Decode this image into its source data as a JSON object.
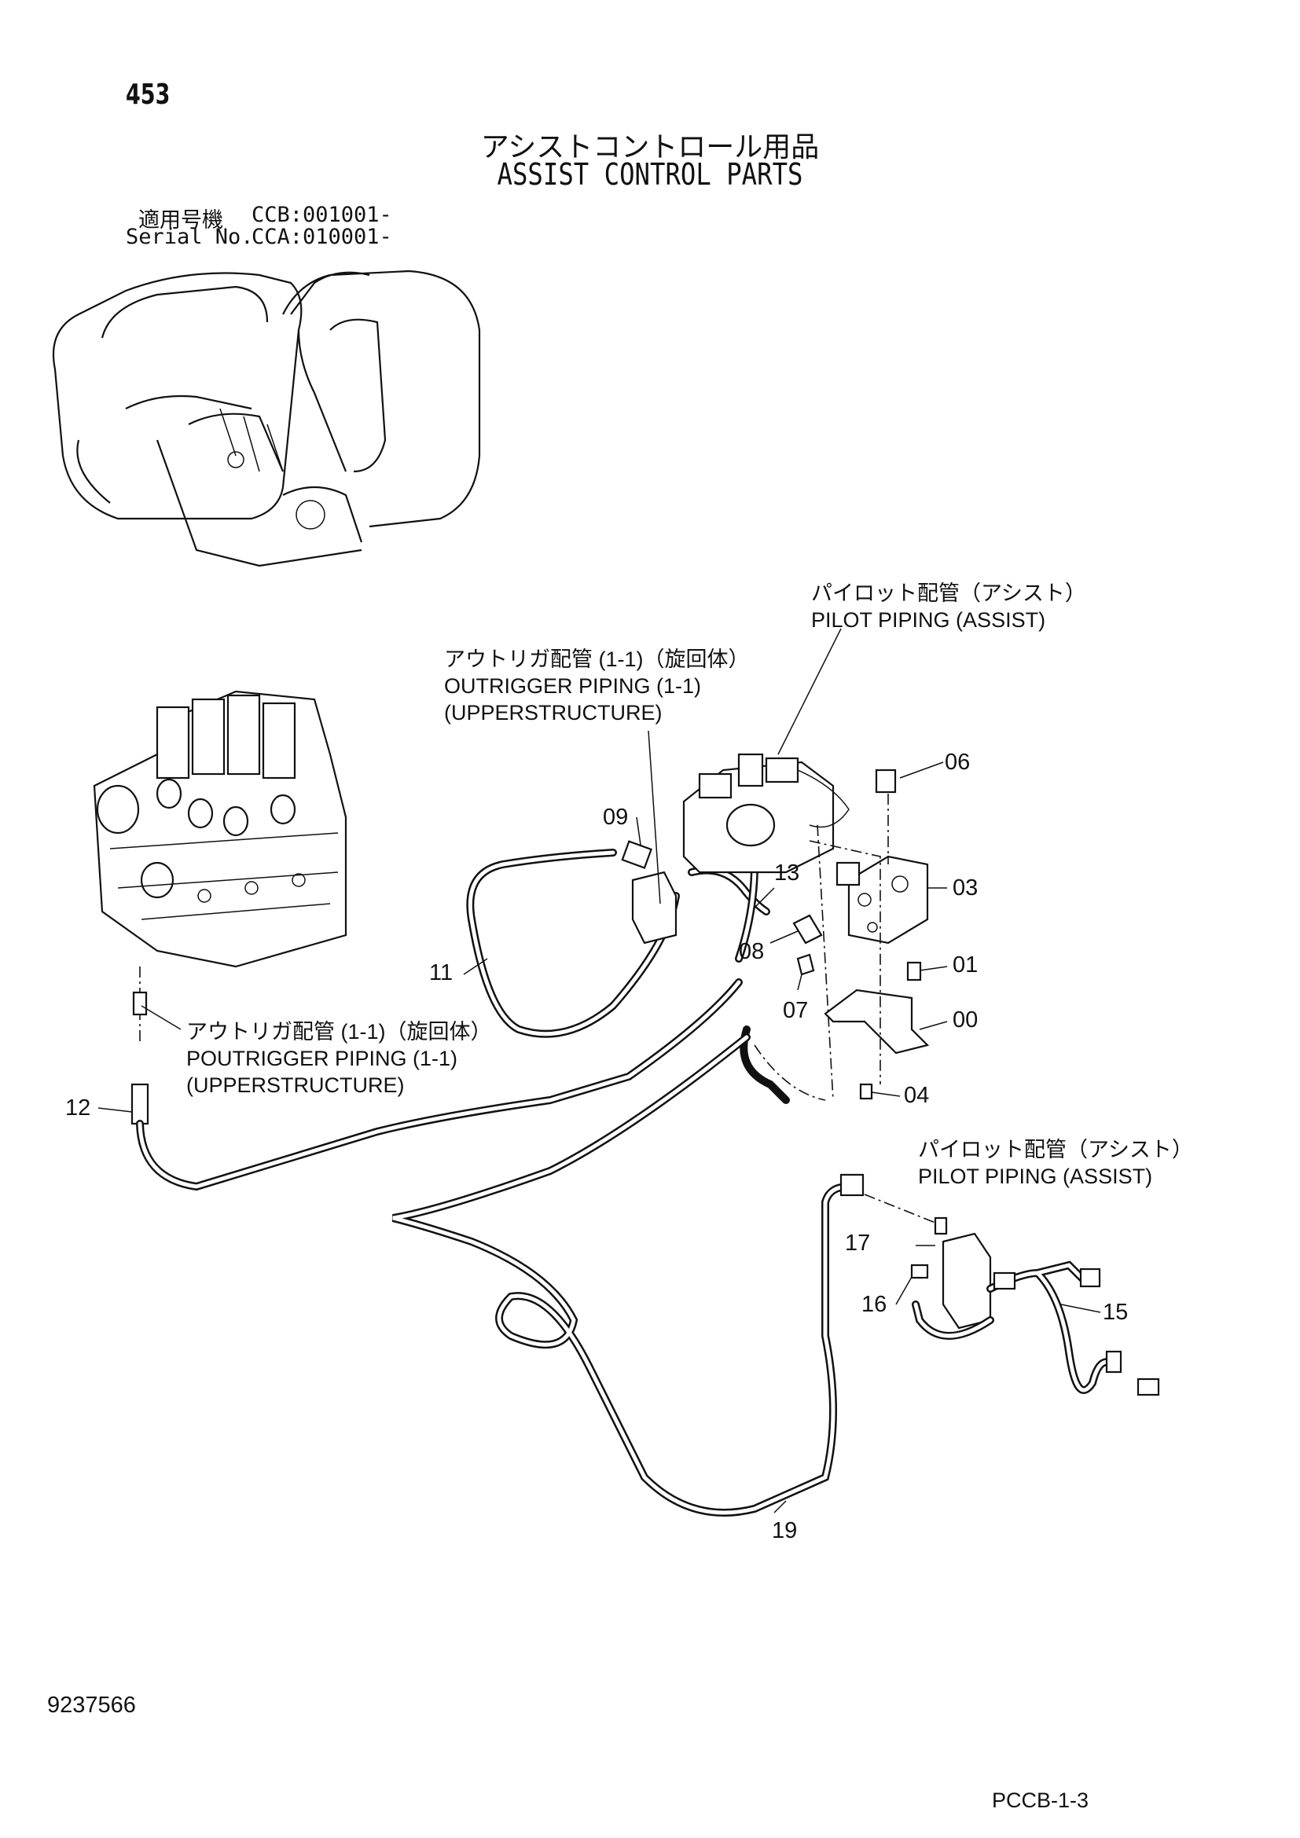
{
  "header": {
    "page_number": "453",
    "title_jp": "アシストコントロール用品",
    "title_en": "ASSIST CONTROL PARTS",
    "serial_label_jp": "適用号機",
    "serial_value_1": "CCB:001001-",
    "serial_label_en": "Serial No.",
    "serial_value_2": "CCA:010001-"
  },
  "callouts": {
    "pilot_top_jp": "パイロット配管（アシスト）",
    "pilot_top_en": "PILOT PIPING (ASSIST)",
    "outrigger_jp": "アウトリガ配管 (1-1)（旋回体）",
    "outrigger_en": "OUTRIGGER PIPING (1-1)",
    "outrigger_en2": "(UPPERSTRUCTURE)",
    "poutrigger_jp": "アウトリガ配管 (1-1)（旋回体）",
    "poutrigger_en": "POUTRIGGER PIPING (1-1)",
    "poutrigger_en2": "(UPPERSTRUCTURE)",
    "pilot_bottom_jp": "パイロット配管（アシスト）",
    "pilot_bottom_en": "PILOT PIPING (ASSIST)"
  },
  "part_numbers": {
    "p06": "06",
    "p09": "09",
    "p13": "13",
    "p03": "03",
    "p08": "08",
    "p11": "11",
    "p01": "01",
    "p07": "07",
    "p00": "00",
    "p12": "12",
    "p04": "04",
    "p17": "17",
    "p16": "16",
    "p15": "15",
    "p19": "19"
  },
  "footer": {
    "doc_number": "9237566",
    "page_code": "PCCB-1-3"
  }
}
